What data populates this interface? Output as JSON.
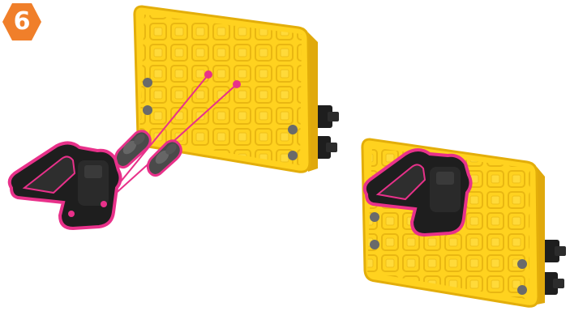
{
  "step": {
    "number": "6",
    "badge_color": "#F07F2A"
  },
  "colors": {
    "panel_yellow": "#FFD21F",
    "panel_edge": "#E3AE0A",
    "panel_groove": "#E8B70E",
    "part_black": "#1E1E1E",
    "highlight_magenta": "#E8318A",
    "peg_gray": "#5A5A5A",
    "hole_gray": "#707070"
  },
  "icons": [
    "step-number-badge",
    "yellow-grid-panel",
    "black-hinge-part",
    "connector-peg",
    "assembly-guide-line"
  ]
}
